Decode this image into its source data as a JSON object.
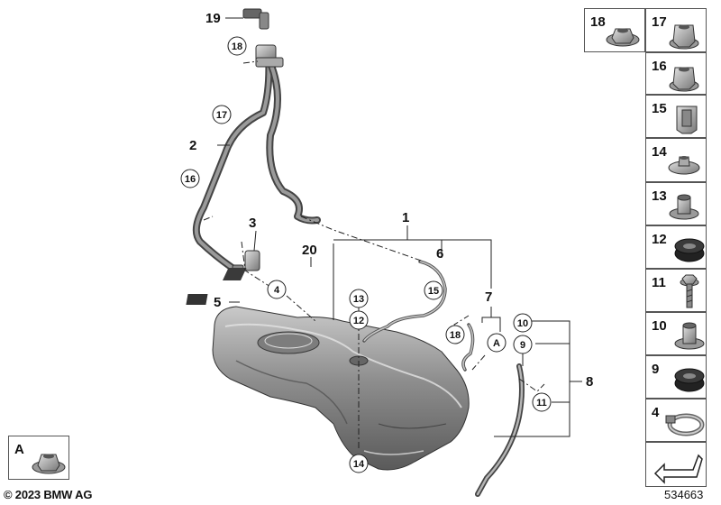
{
  "diagram": {
    "callouts": {
      "c1": "1",
      "c2": "2",
      "c3": "3",
      "c5": "5",
      "c6": "6",
      "c7": "7",
      "c8": "8",
      "c19": "19",
      "c20": "20"
    },
    "circle_callouts": {
      "k18a": "18",
      "k17": "17",
      "k16": "16",
      "k4": "4",
      "k13": "13",
      "k12": "12",
      "k15": "15",
      "k18b": "18",
      "kA": "A",
      "k10": "10",
      "k9": "9",
      "k11": "11",
      "k14": "14"
    }
  },
  "parts_panel": [
    {
      "num": "18",
      "icon": "flange-nut-icon"
    },
    {
      "num": "17",
      "icon": "hex-nut-icon"
    },
    {
      "num": "16",
      "icon": "hex-nut-icon"
    },
    {
      "num": "15",
      "icon": "clip-nut-icon"
    },
    {
      "num": "14",
      "icon": "washer-nut-icon"
    },
    {
      "num": "13",
      "icon": "spacer-sleeve-icon"
    },
    {
      "num": "12",
      "icon": "grommet-icon"
    },
    {
      "num": "11",
      "icon": "bolt-icon"
    },
    {
      "num": "10",
      "icon": "spacer-sleeve-icon"
    },
    {
      "num": "9",
      "icon": "grommet-icon"
    },
    {
      "num": "4",
      "icon": "hose-clamp-icon"
    },
    {
      "num": "",
      "icon": "arrow-icon"
    }
  ],
  "detail_box": {
    "label": "A",
    "icon": "flange-nut-icon"
  },
  "footer": {
    "copyright": "© 2023 BMW AG",
    "diagram_id": "534663"
  }
}
